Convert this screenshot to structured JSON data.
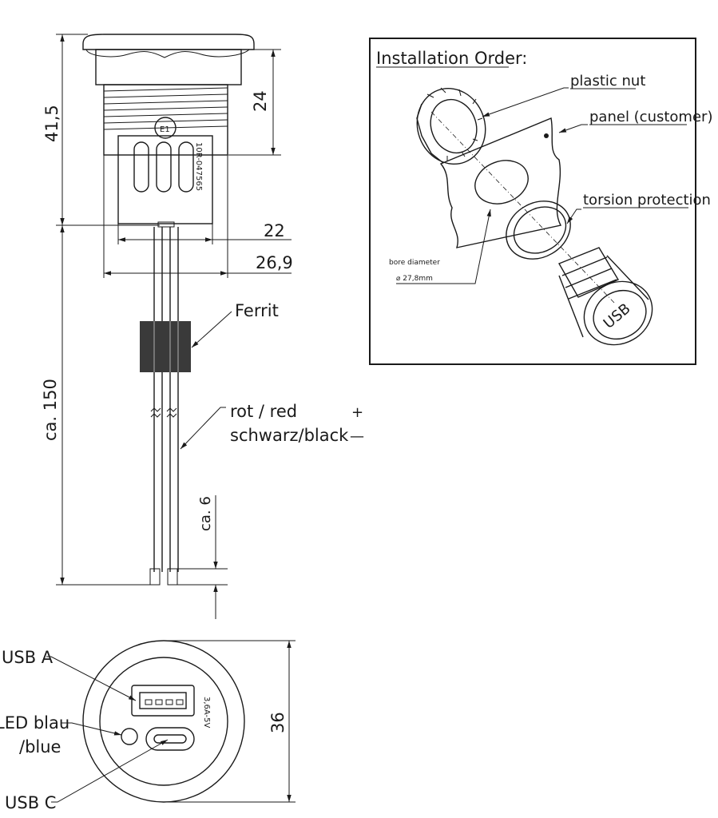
{
  "side_view": {
    "dim_total_height": "41,5",
    "dim_thread_height": "24",
    "dim_inner_width": "22",
    "dim_outer_width": "26,9",
    "dim_cable_length": "ca. 150",
    "dim_strip_length": "ca. 6",
    "approval_mark": "E1",
    "approval_number": "10R-047565",
    "ferrite_label": "Ferrit",
    "wire_red_label": "rot / red",
    "wire_red_polarity": "+",
    "wire_black_label": "schwarz/black",
    "wire_black_polarity": "—"
  },
  "front_view": {
    "usb_a_label": "USB A",
    "led_label_line1": "LED blau",
    "led_label_line2": "/blue",
    "usb_c_label": "USB C",
    "rating_text": "3,6A-5V",
    "dim_diameter": "36"
  },
  "installation": {
    "title": "Installation Order:",
    "plastic_nut_label": "plastic nut",
    "panel_label": "panel (customer)",
    "torsion_label": "torsion protection",
    "bore_label_line1": "bore diameter",
    "bore_label_line2": "⌀ 27,8mm",
    "socket_text": "USB"
  }
}
